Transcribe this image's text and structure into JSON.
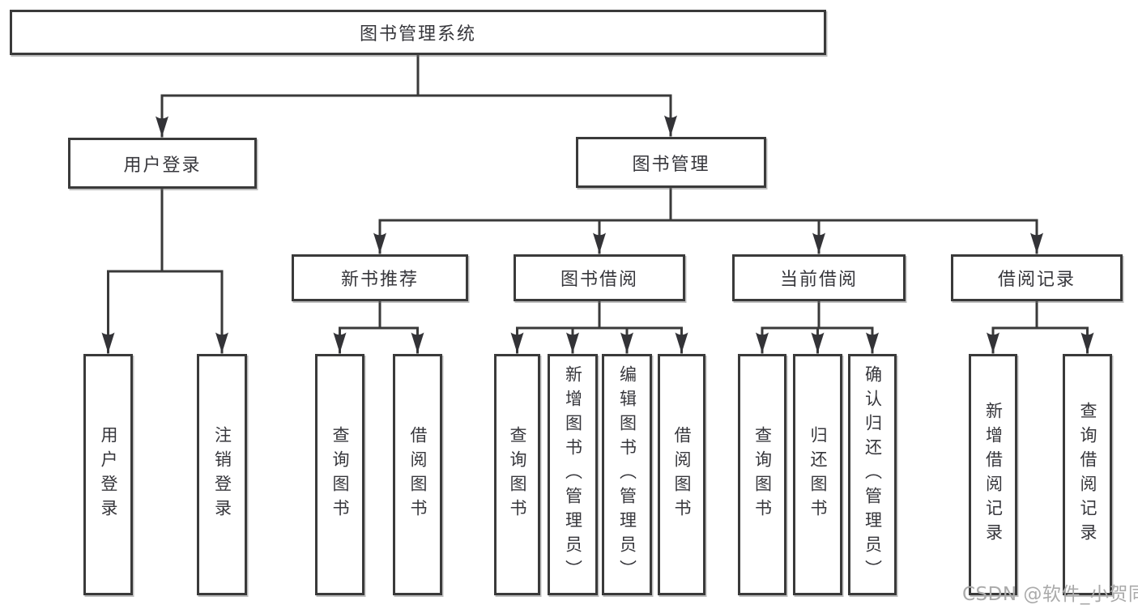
{
  "diagram": {
    "root": "图书管理系统",
    "user_branch": {
      "label": "用户登录",
      "children": [
        "用户登录",
        "注销登录"
      ]
    },
    "book_branch": {
      "label": "图书管理"
    },
    "groups": [
      {
        "label": "新书推荐",
        "children": [
          "查询图书",
          "借阅图书"
        ]
      },
      {
        "label": "图书借阅",
        "children": [
          "查询图书",
          "新增图书（管理员）",
          "编辑图书（管理员）",
          "借阅图书"
        ]
      },
      {
        "label": "当前借阅",
        "children": [
          "查询图书",
          "归还图书",
          "确认归还（管理员）"
        ]
      },
      {
        "label": "借阅记录",
        "children": [
          "新增借阅记录",
          "查询借阅记录"
        ]
      }
    ]
  },
  "watermark": {
    "text": "CSDN @软件_小贺同学"
  },
  "colors": {
    "line": "#3a3a3a",
    "text": "#37373c",
    "box_background": "#ffffff",
    "watermark": "#aaaaaa",
    "background": "#ffffff"
  }
}
